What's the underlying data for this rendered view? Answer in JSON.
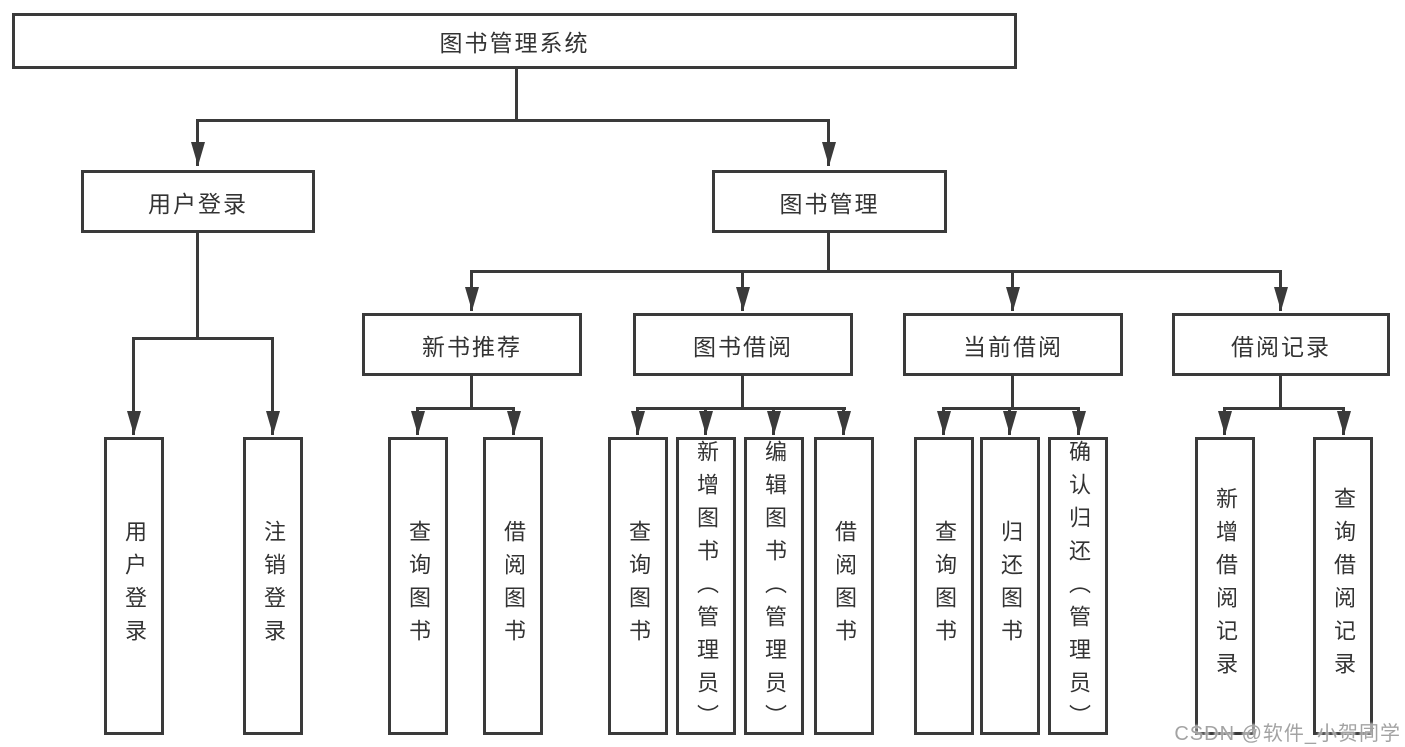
{
  "tree": {
    "label": "图书管理系统",
    "children": [
      {
        "label": "用户登录",
        "children": [
          {
            "label": "用户登录"
          },
          {
            "label": "注销登录"
          }
        ]
      },
      {
        "label": "图书管理",
        "children": [
          {
            "label": "新书推荐",
            "children": [
              {
                "label": "查询图书"
              },
              {
                "label": "借阅图书"
              }
            ]
          },
          {
            "label": "图书借阅",
            "children": [
              {
                "label": "查询图书"
              },
              {
                "label": "新增图书（管理员）"
              },
              {
                "label": "编辑图书（管理员）"
              },
              {
                "label": "借阅图书"
              }
            ]
          },
          {
            "label": "当前借阅",
            "children": [
              {
                "label": "查询图书"
              },
              {
                "label": "归还图书"
              },
              {
                "label": "确认归还（管理员）"
              }
            ]
          },
          {
            "label": "借阅记录",
            "children": [
              {
                "label": "新增借阅记录"
              },
              {
                "label": "查询借阅记录"
              }
            ]
          }
        ]
      }
    ]
  },
  "watermark": "CSDN @软件_小贺同学",
  "colors": {
    "line": "#3a3a3a",
    "text": "#333333",
    "background": "#ffffff",
    "watermark": "#9e9e9e"
  }
}
